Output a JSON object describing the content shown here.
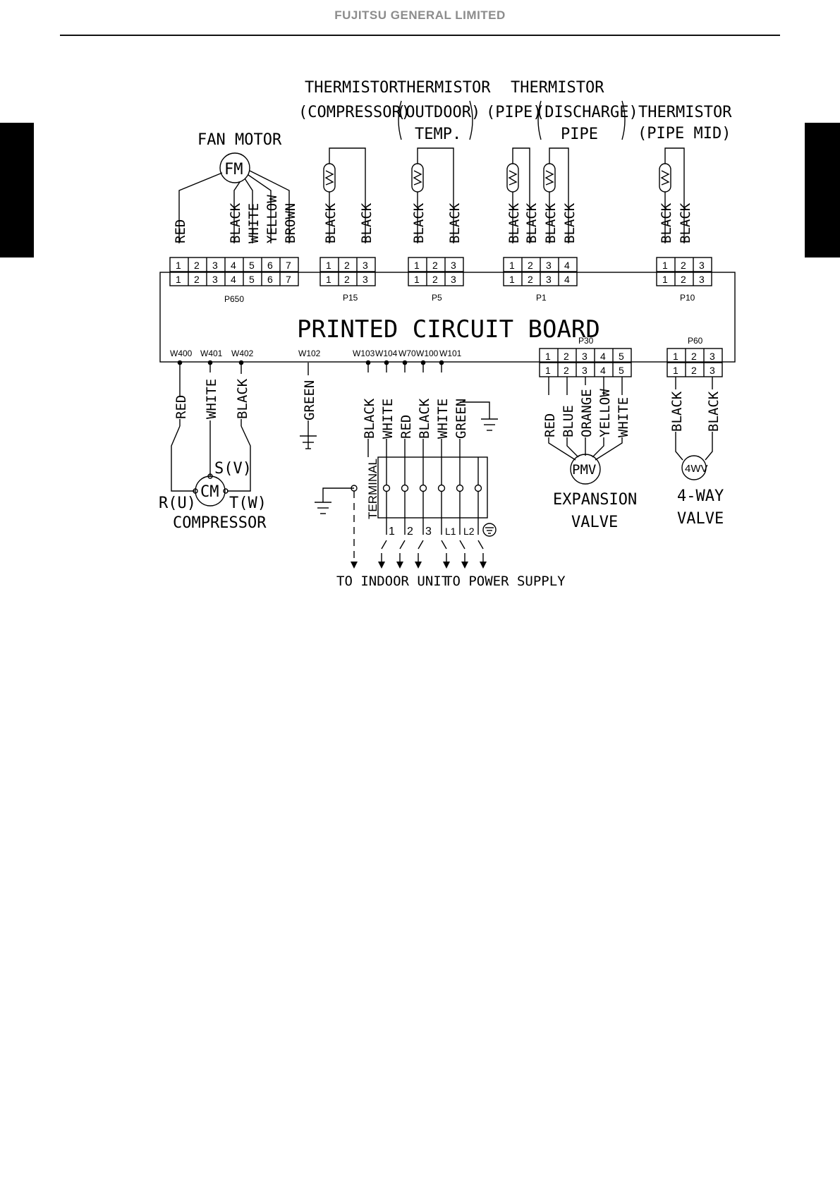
{
  "header": {
    "company": "FUJITSU GENERAL LIMITED"
  },
  "components": {
    "fan_motor": {
      "label": "FAN MOTOR",
      "symbol": "FM"
    },
    "thermistor_compressor": {
      "l1": "THERMISTOR",
      "l2": "(COMPRESSOR)"
    },
    "thermistor_outdoor": {
      "l1": "THERMISTOR",
      "l2": "(OUTDOOR)",
      "l3": "TEMP."
    },
    "thermistor_pipe": {
      "l1": "THERMISTOR",
      "l2": "(PIPE)",
      "l3": "(DISCHARGE)",
      "l4": "PIPE"
    },
    "thermistor_pipe_mid": {
      "l1": "THERMISTOR",
      "l2": "(PIPE MID)"
    },
    "pcb": {
      "label": "PRINTED CIRCUIT BOARD"
    },
    "compressor": {
      "label": "COMPRESSOR",
      "symbol": "CM",
      "s": "S(V)",
      "r": "R(U)",
      "t": "T(W)"
    },
    "expansion_valve": {
      "l1": "EXPANSION",
      "l2": "VALVE",
      "symbol": "PMV"
    },
    "four_way_valve": {
      "l1": "4-WAY",
      "l2": "VALVE",
      "symbol": "4WV"
    },
    "terminal": {
      "label": "TERMINAL",
      "t1": "1",
      "t2": "2",
      "t3": "3",
      "tl1": "L1",
      "tl2": "L2"
    },
    "to_indoor": "TO INDOOR UNIT",
    "to_power": "TO POWER SUPPLY"
  },
  "connectors": {
    "p650": "P650",
    "p15": "P15",
    "p5": "P5",
    "p1": "P1",
    "p10": "P10",
    "p30": "P30",
    "p60": "P60"
  },
  "connector_pins": {
    "n1": "1",
    "n2": "2",
    "n3": "3",
    "n4": "4",
    "n5": "5",
    "n6": "6",
    "n7": "7"
  },
  "pcb_terminals": {
    "w400": "W400",
    "w401": "W401",
    "w402": "W402",
    "w102": "W102",
    "w103": "W103",
    "w104": "W104",
    "w70": "W70",
    "w100": "W100",
    "w101": "W101"
  },
  "wires": {
    "red": "RED",
    "black": "BLACK",
    "white": "WHITE",
    "yellow": "YELLOW",
    "brown": "BROWN",
    "green": "GREEN",
    "blue": "BLUE",
    "orange": "ORANGE"
  }
}
